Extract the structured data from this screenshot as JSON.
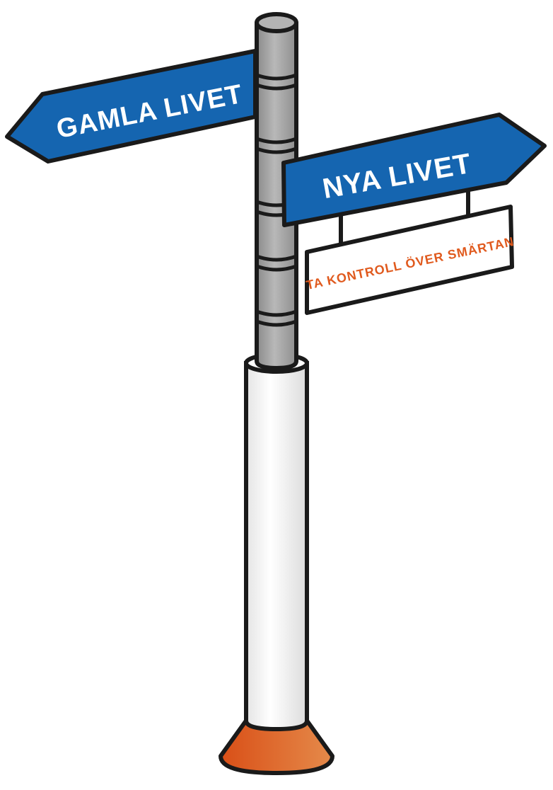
{
  "signs": {
    "old_life": "GAMLA LIVET",
    "new_life": "NYA LIVET",
    "subtitle": "TA KONTROLL ÖVER SMÄRTAN"
  },
  "colors": {
    "sign_blue": "#1565b0",
    "pole_gray": "#9c9c9c",
    "pole_white": "#f2f2f2",
    "base_orange": "#e06a2c",
    "subtitle_text": "#e05a1e",
    "outline": "#1a1a1a"
  },
  "icons": {
    "pole": "signpost-pole",
    "base": "cone-base"
  }
}
